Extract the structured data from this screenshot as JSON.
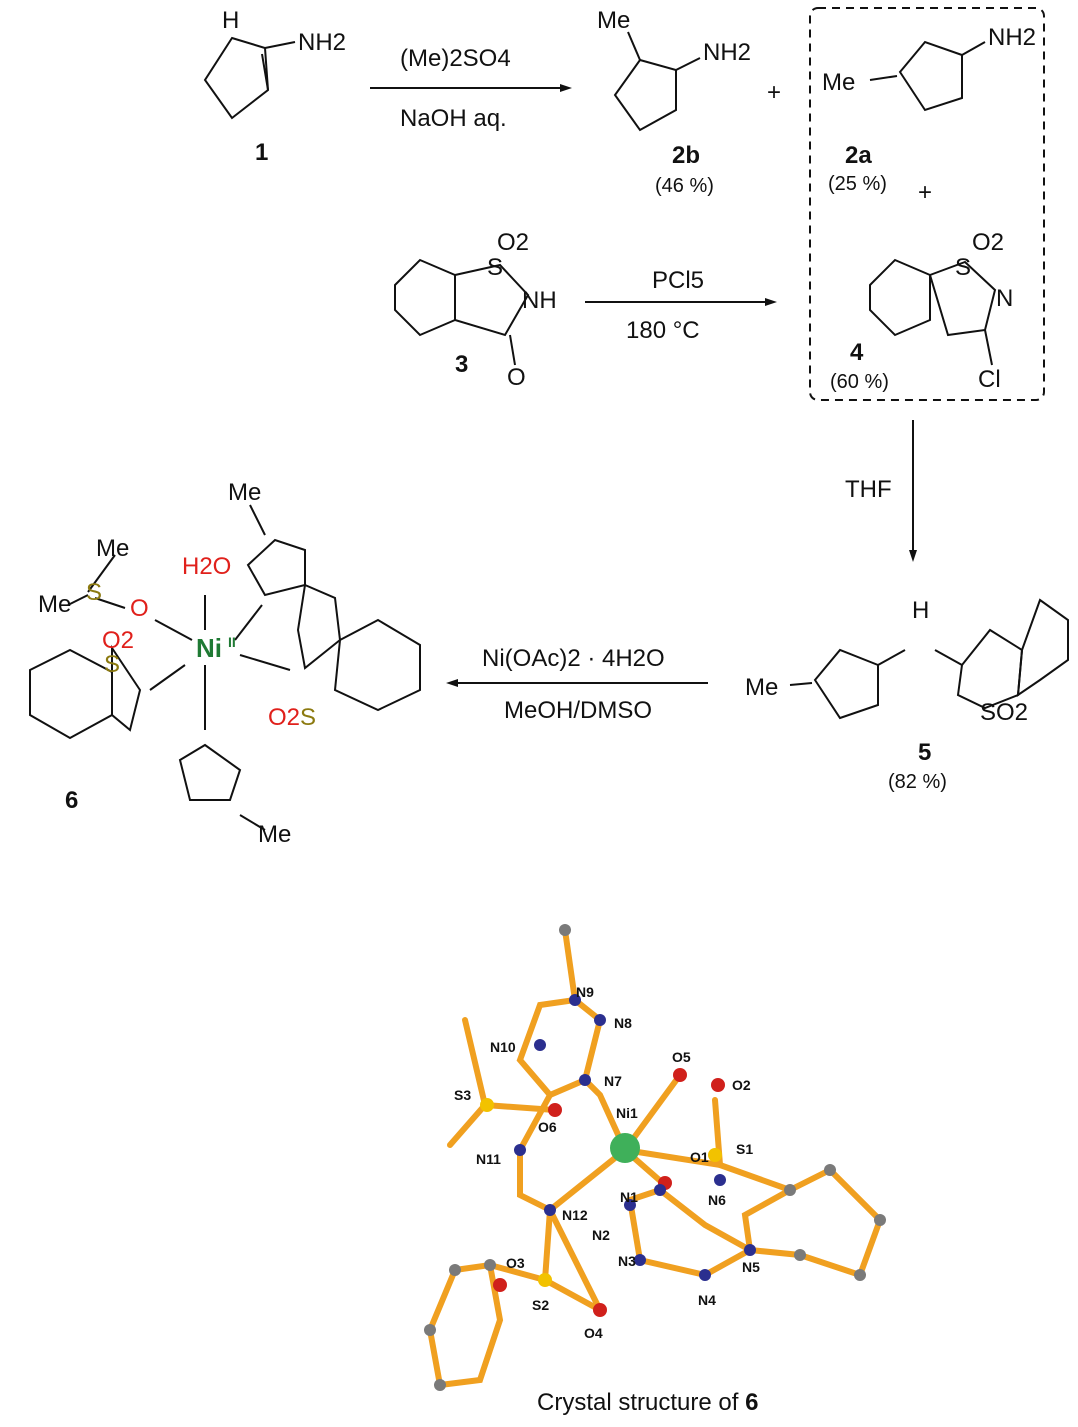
{
  "compounds": {
    "c1": {
      "number": "1",
      "labels": {
        "h": "H",
        "nh2": "NH2",
        "n": "N"
      }
    },
    "c2b": {
      "number": "2b",
      "yield": "(46 %)",
      "me": "Me",
      "nh2": "NH2"
    },
    "c2a": {
      "number": "2a",
      "yield": "(25 %)",
      "me": "Me",
      "nh2": "NH2"
    },
    "c3": {
      "number": "3",
      "o2": "O2",
      "s": "S",
      "nh": "NH",
      "o": "O"
    },
    "c4": {
      "number": "4",
      "yield": "(60 %)",
      "o2": "O2",
      "s": "S",
      "n": "N",
      "cl": "Cl"
    },
    "c5": {
      "number": "5",
      "yield": "(82 %)",
      "me": "Me",
      "h": "H",
      "so2": "SO2"
    },
    "c6": {
      "number": "6",
      "metal": "Ni",
      "oxidation": "II",
      "water": "H2O",
      "me": "Me",
      "s": "S",
      "o": "O",
      "o2": "O2"
    }
  },
  "reactions": {
    "r1": {
      "reagent": "(Me)2SO4",
      "conditions": "NaOH aq."
    },
    "r2": {
      "reagent": "PCl5",
      "conditions": "180 °C"
    },
    "r3": {
      "reagent": "THF"
    },
    "r4": {
      "reagent": "Ni(OAc)2 · 4H2O",
      "conditions": "MeOH/DMSO"
    }
  },
  "plus": "+",
  "crystal": {
    "caption_prefix": "Crystal structure of ",
    "caption_compound": "6",
    "atom_labels": [
      "N9",
      "N8",
      "N10",
      "N7",
      "O5",
      "O2",
      "S3",
      "Ni1",
      "O6",
      "O1",
      "S1",
      "N11",
      "N6",
      "N1",
      "N12",
      "N2",
      "N5",
      "O3",
      "N3",
      "S2",
      "N4",
      "O4"
    ]
  },
  "colors": {
    "nitrogen": "#2b2f8f",
    "oxygen": "#e0201b",
    "sulfur": "#8c7a10",
    "nickel": "#1f7a34",
    "bond_crystal": "#f0a020",
    "carbon": "#7a7a7a"
  }
}
